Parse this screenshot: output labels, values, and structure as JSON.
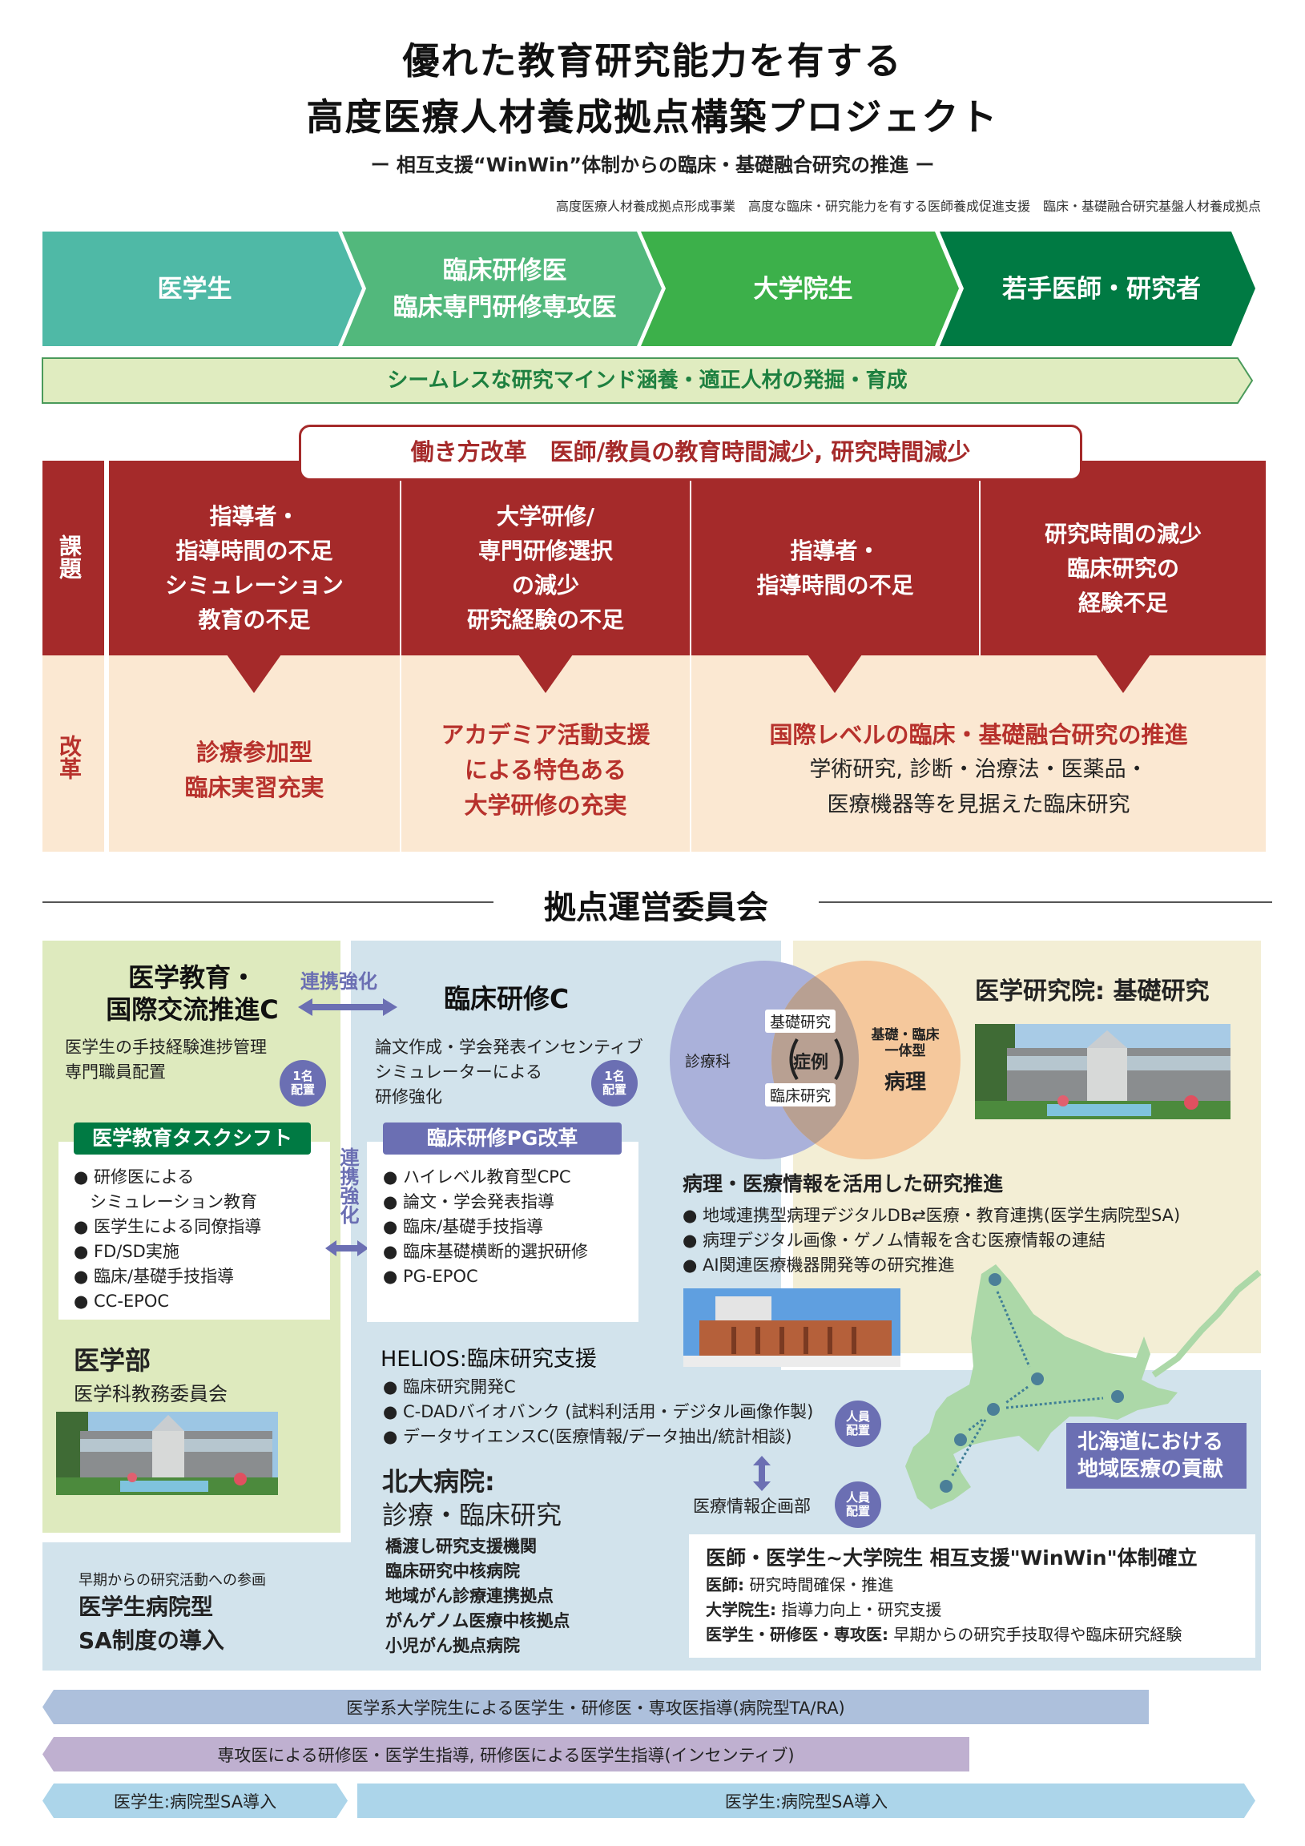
{
  "header": {
    "title_line1": "優れた教育研究能力を有する",
    "title_line2": "高度医療人材養成拠点構築プロジェクト",
    "subtitle": "ー 相互支援“WinWin”体制からの臨床・基礎融合研究の推進 ー",
    "programs": "高度医療人材養成拠点形成事業　高度な臨床・研究能力を有する医師養成促進支援　臨床・基礎融合研究基盤人材養成拠点"
  },
  "stages": [
    {
      "label": "医学生",
      "color": "#4fb9a6"
    },
    {
      "label": "臨床研修医",
      "label2": "臨床専門研修専攻医",
      "color": "#52b87c"
    },
    {
      "label": "大学院生",
      "color": "#3cb04a"
    },
    {
      "label": "若手医師・研究者",
      "color": "#007a43"
    }
  ],
  "seamless_bar": "シームレスな研究マインド涵養・適正人材の発掘・育成",
  "reform": {
    "banner": "働き方改革　医師/教員の教育時間減少, 研究時間減少",
    "issue_label": "課題",
    "reform_label": "改革",
    "issues": [
      [
        "指導者・",
        "指導時間の不足",
        "シミュレーション",
        "教育の不足"
      ],
      [
        "大学研修/",
        "専門研修選択",
        "の減少",
        "研究経験の不足"
      ],
      [
        "指導者・",
        "指導時間の不足"
      ],
      [
        "研究時間の減少",
        "臨床研究の",
        "経験不足"
      ]
    ],
    "reforms": [
      {
        "lines": [
          "診療参加型",
          "臨床実習充実"
        ]
      },
      {
        "lines": [
          "アカデミア活動支援",
          "による特色ある",
          "大学研修の充実"
        ]
      },
      {
        "lines": [
          "国際レベルの臨床・基礎融合研究の推進"
        ],
        "sub": [
          "学術研究, 診断・治療法・医薬品・",
          "医療機器等を見据えた臨床研究"
        ]
      }
    ]
  },
  "committee": {
    "heading": "拠点運営委員会",
    "med_edu": {
      "title1": "医学教育・",
      "title2": "国際交流推進C",
      "desc1": "医学生の手技経験進捗管理",
      "desc2": "専門職員配置",
      "badge": [
        "1名",
        "配置"
      ],
      "box_title": "医学教育タスクシフト",
      "items": [
        "研修医による",
        "シミュレーション教育",
        "医学生による同僚指導",
        "FD/SD実施",
        "臨床/基礎手技指導",
        "CC-EPOC"
      ]
    },
    "link_label": "連携強化",
    "clinical": {
      "title": "臨床研修C",
      "desc": [
        "論文作成・学会発表インセンティブ",
        "シミュレーターによる",
        "研修強化"
      ],
      "badge": [
        "1名",
        "配置"
      ],
      "box_title": "臨床研修PG改革",
      "items": [
        "ハイレベル教育型CPC",
        "論文・学会発表指導",
        "臨床/基礎手技指導",
        "臨床基礎横断的選択研修",
        "PG-EPOC"
      ]
    },
    "faculty": {
      "title": "医学部",
      "sub": "医学科教務委員会"
    },
    "sa": {
      "small": "早期からの研究活動への参画",
      "line1": "医学生病院型",
      "line2": "SA制度の導入"
    },
    "helios": {
      "title": "HELIOS:臨床研究支援",
      "items": [
        "臨床研究開発C",
        "C-DADバイオバンク (試料利活用・デジタル画像作製)",
        "データサイエンスC(医療情報/データ抽出/統計相談)"
      ],
      "badge": [
        "人員",
        "配置"
      ],
      "dept": "医療情報企画部",
      "dept_badge": [
        "人員",
        "配置"
      ]
    },
    "hospital": {
      "title1": "北大病院:",
      "title2": "診療・臨床研究",
      "items": [
        "橋渡し研究支援機関",
        "臨床研究中核病院",
        "地域がん診療連携拠点",
        "がんゲノム医療中核拠点",
        "小児がん拠点病院"
      ]
    },
    "venn": {
      "left": "診療科",
      "top": "基礎研究",
      "center": "症例",
      "bottom": "臨床研究",
      "right_small1": "基礎・臨床",
      "right_small2": "一体型",
      "right_big": "病理",
      "colors": {
        "left": "#aab1da",
        "right": "#f5c89c",
        "overlap": "#b8a092"
      }
    },
    "research_grad": {
      "title": "医学研究院: 基礎研究"
    },
    "pathology": {
      "title": "病理・医療情報を活用した研究推進",
      "items": [
        "地域連携型病理デジタルDB⇄医療・教育連携(医学生病院型SA)",
        "病理デジタル画像・ゲノム情報を含む医療情報の連結",
        "AI関連医療機器開発等の研究推進"
      ]
    },
    "hokkaido": [
      "北海道における",
      "地域医療の貢献"
    ],
    "winwin": {
      "title": "医師・医学生~大学院生 相互支援\"WinWin\"体制確立",
      "rows": [
        {
          "k": "医師:",
          "v": " 研究時間確保・推進"
        },
        {
          "k": "大学院生:",
          "v": " 指導力向上・研究支援"
        },
        {
          "k": "医学生・研修医・専攻医:",
          "v": " 早期からの研究手技取得や臨床研究経験"
        }
      ]
    }
  },
  "bottom_bars": [
    {
      "label": "医学系大学院生による医学生・研修医・専攻医指導(病院型TA/RA)",
      "color": "#adc0dc"
    },
    {
      "label": "専攻医による研修医・医学生指導, 研修医による医学生指導(インセンティブ)",
      "color": "#bfb0d0"
    },
    {
      "label": "医学生:病院型SA導入",
      "color": "#acd5ea"
    },
    {
      "label": "医学生:病院型SA導入",
      "color": "#acd5ea"
    }
  ]
}
